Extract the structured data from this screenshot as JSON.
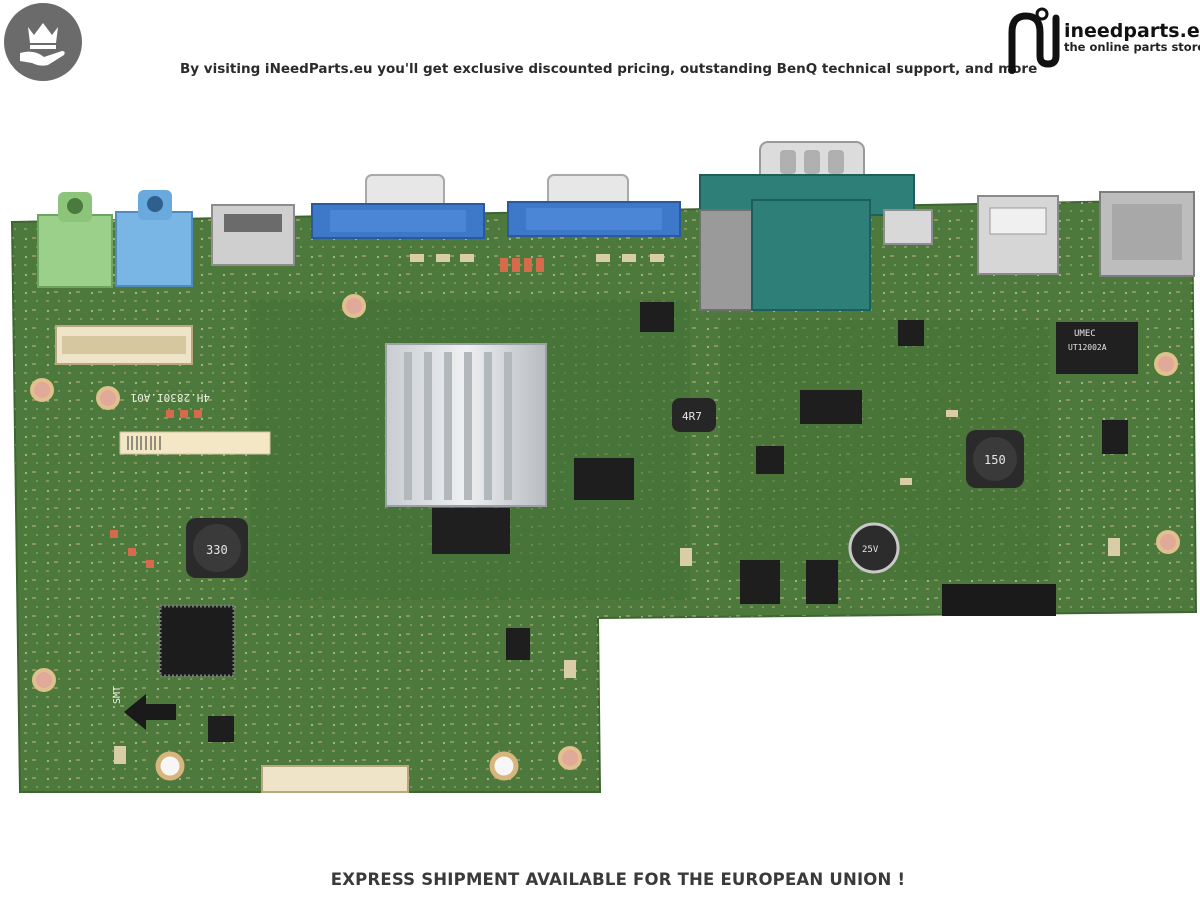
{
  "header": {
    "promo_text": "By visiting iNeedParts.eu you'll get exclusive discounted pricing, outstanding BenQ technical support, and more",
    "brand_name": "ineedparts.eu",
    "brand_tagline": "the online parts store"
  },
  "footer": {
    "notice": "EXPRESS SHIPMENT AVAILABLE FOR THE EUROPEAN UNION !"
  },
  "board_labels": {
    "pcb_number": "4H.2830I.A01",
    "inductor_330": "330",
    "inductor_150": "150",
    "inductor_4r7": "4R7",
    "smt": "SMT",
    "capacitor": "25V",
    "chip_umec": "UMEC",
    "chip_ut": "UT12002A"
  },
  "colors": {
    "pcb_green": "#4d7a3c",
    "vga_blue": "#3d78c9",
    "dvi_teal": "#2e7f78",
    "heatsink_silver": "#d6d9dc"
  }
}
